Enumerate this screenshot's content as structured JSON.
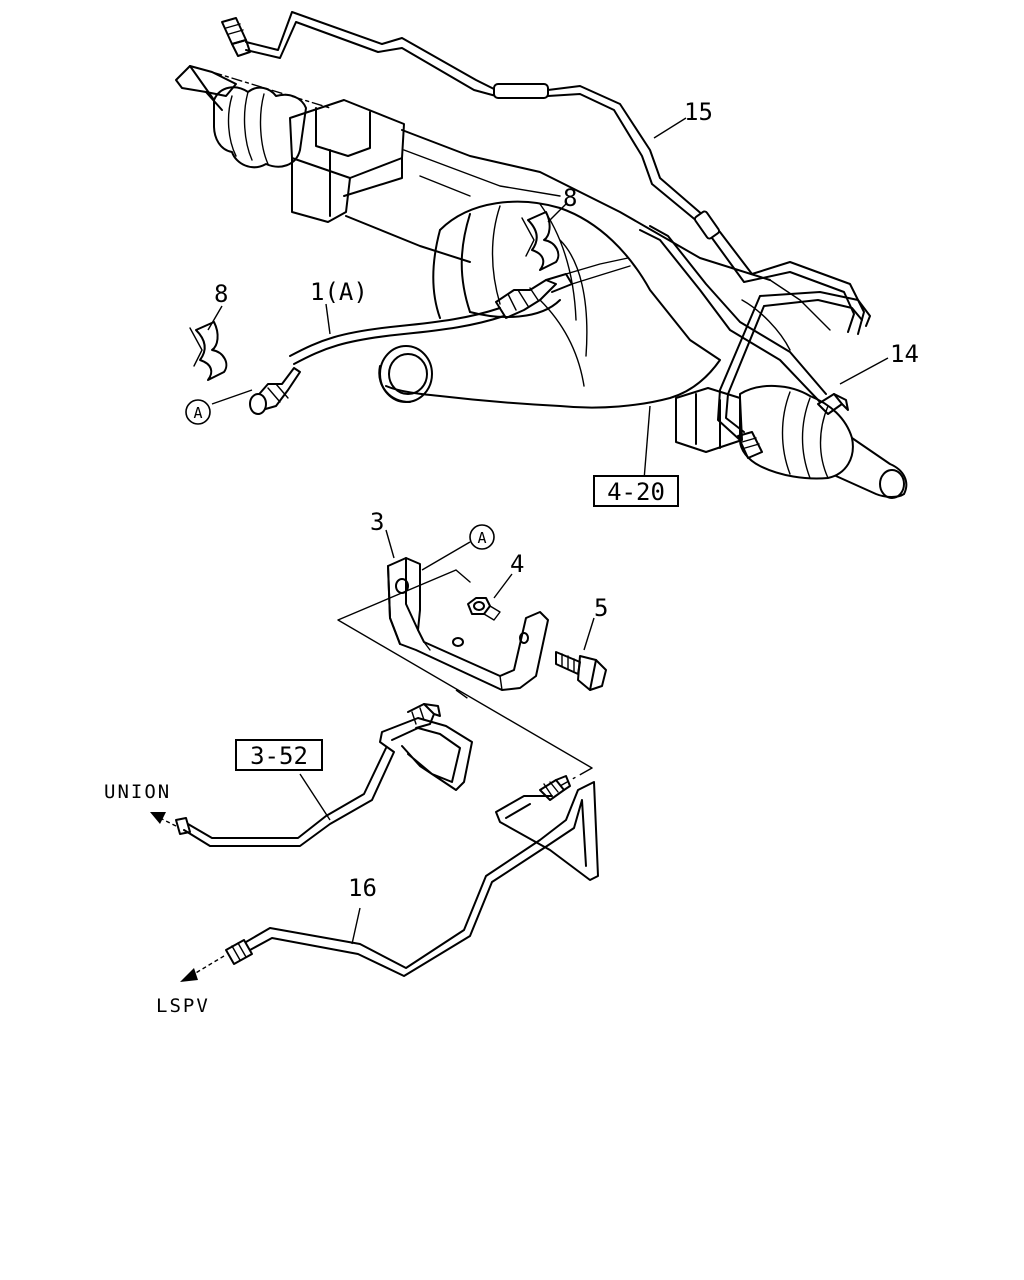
{
  "callouts": {
    "c15": "15",
    "c8a": "8",
    "c8b": "8",
    "c1a": "1(A)",
    "c14": "14",
    "c3": "3",
    "c4": "4",
    "c5": "5",
    "c16": "16"
  },
  "refs": {
    "r420": "4-20",
    "r352": "3-52"
  },
  "circle_markers": {
    "a1": "A",
    "a2": "A"
  },
  "destinations": {
    "union": "UNION",
    "lspv": "LSPV"
  }
}
